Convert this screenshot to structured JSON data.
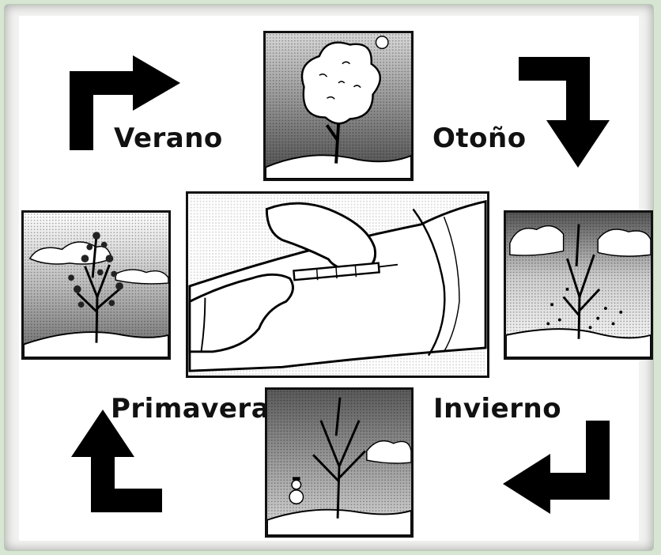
{
  "seasons": {
    "summer": "Verano",
    "autumn": "Otoño",
    "winter": "Invierno",
    "spring": "Primavera"
  },
  "icons": [
    "arrow-icon",
    "summer-tree-icon",
    "autumn-tree-icon",
    "winter-tree-icon",
    "spring-tree-icon",
    "injection-icon"
  ]
}
